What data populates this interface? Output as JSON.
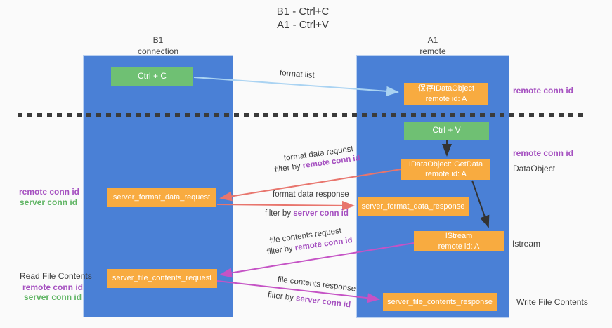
{
  "title": {
    "line1": "B1 - Ctrl+C",
    "line2": "A1 - Ctrl+V"
  },
  "lifelines": {
    "left": {
      "name": "B1",
      "role": "connection"
    },
    "right": {
      "name": "A1",
      "role": "remote"
    }
  },
  "boxes": {
    "ctrl_c": "Ctrl + C",
    "ctrl_v": "Ctrl + V",
    "save_dataobject": {
      "line1": "保存IDataObject",
      "line2": "remote id: A"
    },
    "getdata": {
      "line1": "IDataObject::GetData",
      "line2": "remote id: A"
    },
    "istream": {
      "line1": "IStream",
      "line2": "remote id: A"
    },
    "format_request": "server_format_data_request",
    "format_response": "server_format_data_response",
    "file_request": "server_file_contents_request",
    "file_response": "server_file_contents_response"
  },
  "flow_labels": {
    "format_list": "format list",
    "format_data_request": "format data request",
    "format_data_response": "format data response",
    "file_contents_request": "file contents request",
    "file_contents_response": "file contents response",
    "filter_by": "filter by",
    "remote_conn_id": "remote conn id",
    "server_conn_id": "server conn id"
  },
  "side_labels": {
    "left": {
      "remote_conn_id": "remote conn id",
      "server_conn_id": "server conn id",
      "read_file_contents": "Read File Contents",
      "remote_conn_id_2": "remote conn id",
      "server_conn_id_2": "server conn id"
    },
    "right": {
      "remote_conn_id_top": "remote conn id",
      "remote_conn_id_mid": "remote conn id",
      "dataobject": "DataObject",
      "istream": "Istream",
      "write_file_contents": "Write File Contents"
    }
  },
  "colors": {
    "lifeline_blue": "#4a80d6",
    "box_orange": "#f8ab40",
    "box_green": "#6fc073",
    "arrow_red": "#e8756d",
    "arrow_magenta": "#c553c5",
    "arrow_lightblue": "#aad3f2",
    "conn_purple": "#a550c0",
    "conn_green": "#61b565",
    "dash_black": "#3b3b3b"
  }
}
